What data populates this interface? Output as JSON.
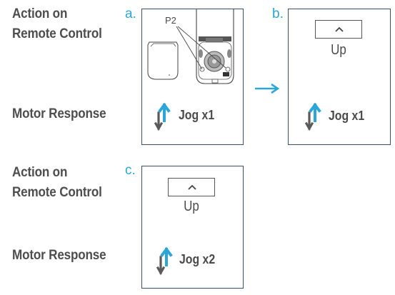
{
  "row_labels": {
    "row1_action_line1": "Action on",
    "row1_action_line2": "Remote Control",
    "row1_motor": "Motor Response",
    "row2_action_line1": "Action on",
    "row2_action_line2": "Remote Control",
    "row2_motor": "Motor Response"
  },
  "steps": [
    {
      "letter": "a.",
      "callout": "P2",
      "motor_response": "Jog x1"
    },
    {
      "letter": "b.",
      "button_label": "Up",
      "motor_response": "Jog x1"
    },
    {
      "letter": "c.",
      "button_label": "Up",
      "motor_response": "Jog x2"
    }
  ],
  "colors": {
    "accent_blue": "#2aa7d8",
    "text_gray": "#4d4d4d",
    "arrow_gray": "#5a5a5a",
    "panel_border": "#3a4f6a"
  },
  "icons": [
    "jog-arrows-icon",
    "next-step-arrow-icon",
    "chevron-up-icon",
    "remote-control-illustration"
  ]
}
